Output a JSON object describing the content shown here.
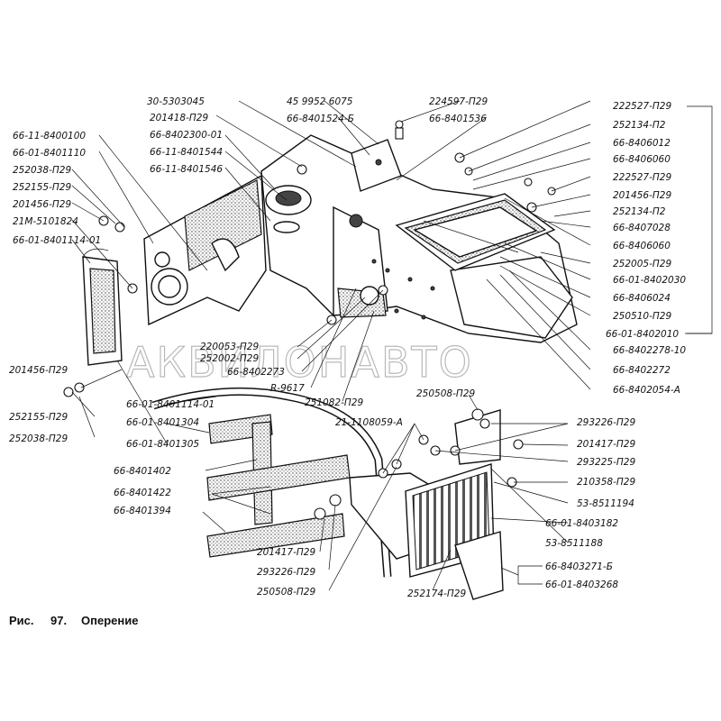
{
  "caption": {
    "prefix": "Рис.",
    "number": "97.",
    "title": "Оперение"
  },
  "watermark": "АКВИЛОНАВТО",
  "labels": {
    "l_30_5303045": "30-5303045",
    "l_201418": "201418-П29",
    "l_66_8402300_01": "66-8402300-01",
    "l_66_11_8401544": "66-11-8401544",
    "l_66_11_8401546": "66-11-8401546",
    "l_66_11_8400100": "66-11-8400100",
    "l_66_01_8401110": "66-01-8401110",
    "l_252038_a": "252038-П29",
    "l_252155_a": "252155-П29",
    "l_201456_a": "201456-П29",
    "l_21M_5101824": "21М-5101824",
    "l_66_01_8401114_01": "66-01-8401114-01",
    "l_459952_6075": "45 9952 6075",
    "l_66_8401524_B": "66-8401524-Б",
    "l_224597": "224597-П29",
    "l_66_8401536": "66-8401536",
    "l_222527_a": "222527-П29",
    "l_252134_a": "252134-П2",
    "l_66_8406012": "66-8406012",
    "l_66_8406060_a": "66-8406060",
    "l_222527_b": "222527-П29",
    "l_201456_b": "201456-П29",
    "l_252134_b": "252134-П2",
    "l_66_8407028": "66-8407028",
    "l_66_8406060_b": "66-8406060",
    "l_252005": "252005-П29",
    "l_66_01_8402030": "66-01-8402030",
    "l_66_8406024": "66-8406024",
    "l_250510": "250510-П29",
    "l_66_01_8402010": "66-01-8402010",
    "l_66_8402278_10": "66-8402278-10",
    "l_66_8402272": "66-8402272",
    "l_66_8402054_A": "66-8402054-А",
    "l_220053": "220053-П29",
    "l_252002": "252002-П29",
    "l_66_8402273": "66-8402273",
    "l_R_9617": "R-9617",
    "l_251082": "251082-П29",
    "l_250508_a": "250508-П29",
    "l_201456_c": "201456-П29",
    "l_66_01_8401114_01_b": "66-01-8401114-01",
    "l_252155_b": "252155-П29",
    "l_66_01_8401304": "66-01-8401304",
    "l_252038_b": "252038-П29",
    "l_66_01_8401305": "66-01-8401305",
    "l_21_1108059_A": "21-1108059-А",
    "l_293226_a": "293226-П29",
    "l_201417_a": "201417-П29",
    "l_293225": "293225-П29",
    "l_210358": "210358-П29",
    "l_53_8511194": "53-8511194",
    "l_66_01_8403182": "66-01-8403182",
    "l_53_8511188": "53-8511188",
    "l_66_8403271_B": "66-8403271-Б",
    "l_66_01_8403268": "66-01-8403268",
    "l_66_8401402": "66-8401402",
    "l_66_8401422": "66-8401422",
    "l_66_8401394": "66-8401394",
    "l_201417_b": "201417-П29",
    "l_293226_b": "293226-П29",
    "l_250508_b": "250508-П29",
    "l_252174": "252174-П29"
  }
}
